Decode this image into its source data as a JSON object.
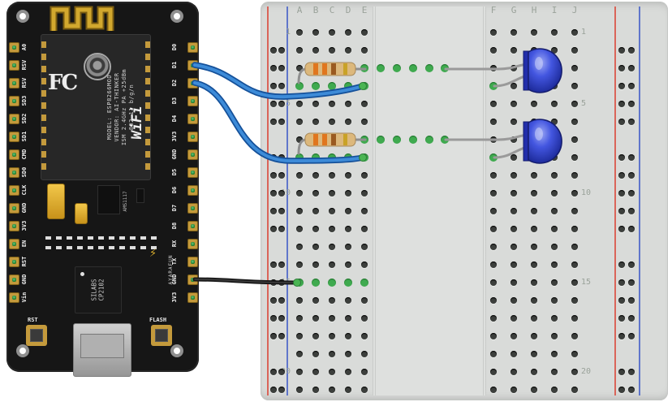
{
  "nodemcu": {
    "left_pin_labels": [
      "A0",
      "RSV",
      "RSV",
      "SD3",
      "SD2",
      "SD1",
      "CMD",
      "SD0",
      "CLK",
      "GND",
      "3V3",
      "EN",
      "RST",
      "GND",
      "Vin"
    ],
    "right_pin_labels": [
      "D0",
      "D1",
      "D2",
      "D3",
      "D4",
      "3V3",
      "GND",
      "D5",
      "D6",
      "D7",
      "D8",
      "RX",
      "TX",
      "GND",
      "3V3"
    ],
    "module": {
      "fcc_mark": "FC",
      "info_lines": [
        "MODEL: ESP8266MOD",
        "VENDOR: AI-THINKER",
        "ISM 2.4GHz PA +25dBm",
        "802.11 b/g/n"
      ],
      "wifi_mark": "WiFi"
    },
    "regulator_label": "AMS1117",
    "usb_chip_lines": [
      "SILABS",
      "CP2102"
    ],
    "reset_button_label": "RST",
    "flash_button_label": "FLASH",
    "brand_label": "AYARAFUN",
    "lightning_icon": "⚡"
  },
  "breadboard": {
    "column_labels_left": [
      "A",
      "B",
      "C",
      "D",
      "E"
    ],
    "column_labels_right": [
      "F",
      "G",
      "H",
      "I",
      "J"
    ],
    "row_numbers": [
      1,
      5,
      10,
      15,
      20
    ],
    "rail_positive_color": "#d94f42",
    "rail_negative_color": "#4a64c8",
    "connected_hole_color": "#3faa4f"
  },
  "components": {
    "wires": [
      {
        "id": "wire-d1",
        "color": "blue",
        "from_pin": "D1",
        "to": "breadboard left row 4"
      },
      {
        "id": "wire-d2",
        "color": "blue",
        "from_pin": "D2",
        "to": "breadboard left row 8"
      },
      {
        "id": "wire-gnd",
        "color": "black",
        "from_pin": "GND",
        "to": "breadboard left row 15"
      }
    ],
    "resistors": [
      {
        "id": "resistor-1",
        "bands": [
          "orange",
          "orange",
          "brown",
          "gold"
        ],
        "row": 3
      },
      {
        "id": "resistor-2",
        "bands": [
          "orange",
          "orange",
          "brown",
          "gold"
        ],
        "row": 7
      }
    ],
    "leds": [
      {
        "id": "led-1",
        "color": "blue",
        "rows": "3-4"
      },
      {
        "id": "led-2",
        "color": "blue",
        "rows": "7-8"
      }
    ]
  }
}
